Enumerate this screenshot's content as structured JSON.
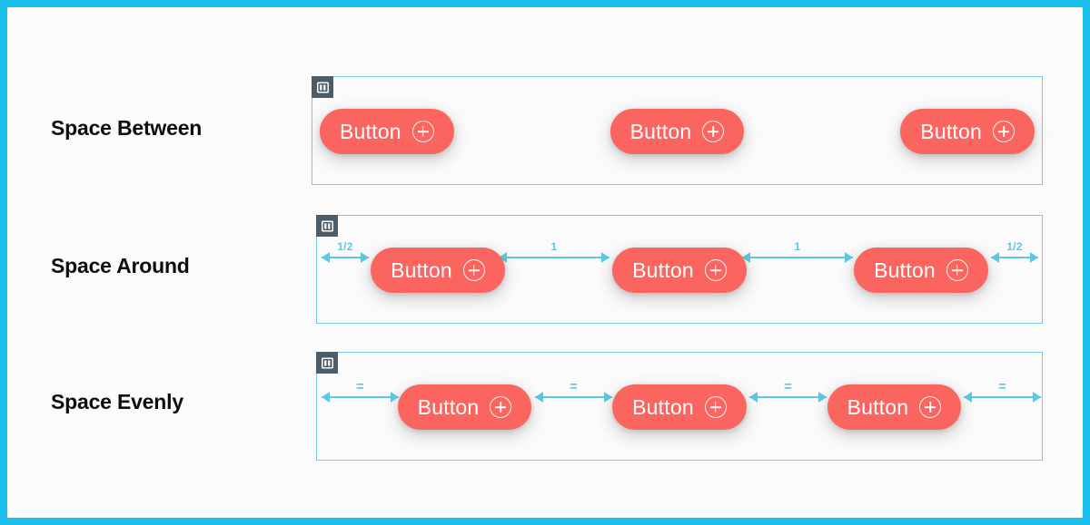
{
  "page": {
    "frame_color": "#1bc0ee",
    "background": "#fbfbfb",
    "accent_button": "#fa6560",
    "measure_color": "#5bc8e8",
    "container_border": "#76c9e8",
    "badge_color": "#4e5b68"
  },
  "rows": [
    {
      "id": "space-between",
      "label": "Space Between",
      "badge_icon": "columns-layout-icon",
      "buttons": [
        {
          "label": "Button",
          "icon": "plus-circle-icon"
        },
        {
          "label": "Button",
          "icon": "plus-circle-icon"
        },
        {
          "label": "Button",
          "icon": "plus-circle-icon"
        }
      ],
      "measures": []
    },
    {
      "id": "space-around",
      "label": "Space Around",
      "badge_icon": "columns-layout-icon",
      "buttons": [
        {
          "label": "Button",
          "icon": "plus-circle-icon"
        },
        {
          "label": "Button",
          "icon": "plus-circle-icon"
        },
        {
          "label": "Button",
          "icon": "plus-circle-icon"
        }
      ],
      "measures": [
        {
          "value": "1/2",
          "kind": "fraction"
        },
        {
          "value": "1",
          "kind": "whole"
        },
        {
          "value": "1",
          "kind": "whole"
        },
        {
          "value": "1/2",
          "kind": "fraction"
        }
      ]
    },
    {
      "id": "space-evenly",
      "label": "Space Evenly",
      "badge_icon": "columns-layout-icon",
      "buttons": [
        {
          "label": "Button",
          "icon": "plus-circle-icon"
        },
        {
          "label": "Button",
          "icon": "plus-circle-icon"
        },
        {
          "label": "Button",
          "icon": "plus-circle-icon"
        }
      ],
      "measures": [
        {
          "value": "=",
          "kind": "equal"
        },
        {
          "value": "=",
          "kind": "equal"
        },
        {
          "value": "=",
          "kind": "equal"
        },
        {
          "value": "=",
          "kind": "equal"
        }
      ]
    }
  ]
}
